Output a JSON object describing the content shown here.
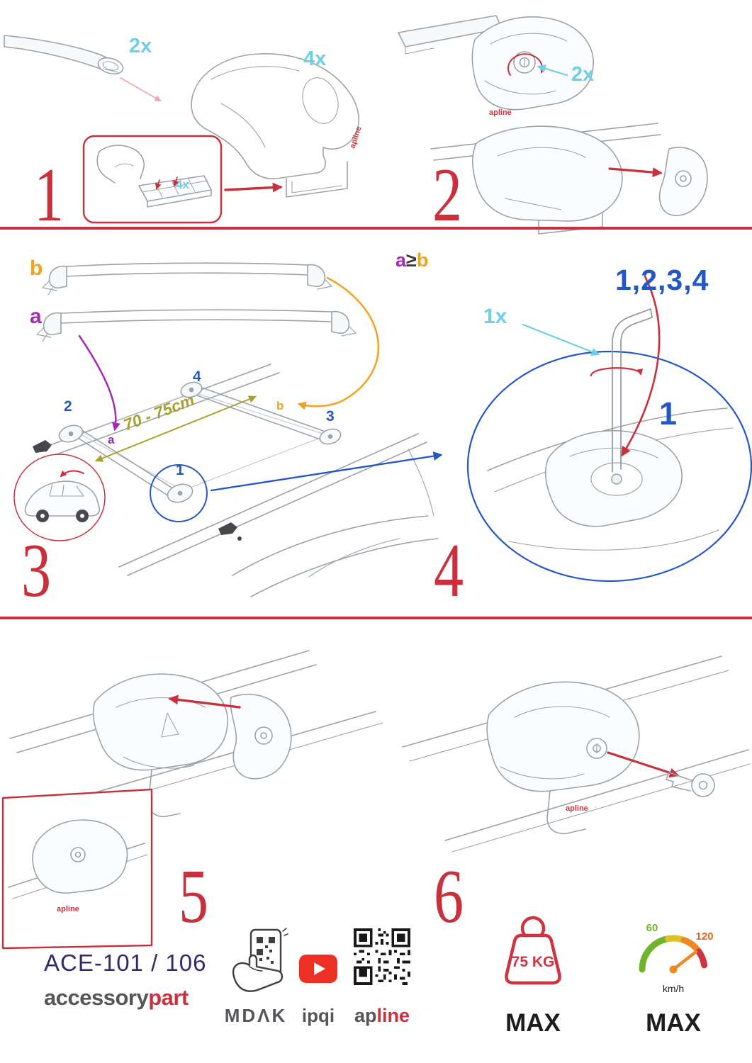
{
  "steps": {
    "s1": {
      "num": "1",
      "bar_qty": "2x",
      "foot_qty": "4x",
      "pad_qty": "4x",
      "brand": "apline"
    },
    "s2": {
      "num": "2",
      "lock_qty": "2x",
      "brand": "apline"
    },
    "s3": {
      "num": "3",
      "bar_b_label": "b",
      "bar_a_label": "a",
      "distance": "70 - 75cm",
      "pos_1": "1",
      "pos_2": "2",
      "pos_3": "3",
      "pos_4": "4",
      "roof_a": "a",
      "roof_b": "b"
    },
    "s4": {
      "num": "4",
      "rule_a": "a",
      "rule_op": "≥",
      "rule_b": "b",
      "tool_qty": "1x",
      "tighten_order": "1,2,3,4",
      "first_position": "1"
    },
    "s5": {
      "num": "5",
      "brand": "apline"
    },
    "s6": {
      "num": "6",
      "brand": "apline"
    }
  },
  "footer": {
    "product_code": "ACE-101 / 106",
    "brand_name_gray": "accessory",
    "brand_name_red": "part",
    "app_label": "MDΛK",
    "video_label": "ipqi",
    "qr_brand_gray": "ap",
    "qr_brand_red": "line",
    "max_load": "75 KG",
    "max_load_label": "MAX",
    "speed_low": "60",
    "speed_high": "120",
    "speed_unit": "km/h",
    "speed_max_label": "MAX"
  },
  "colors": {
    "accent_red": "#c9303c",
    "cyan": "#6fcfe4",
    "blue": "#2257c5",
    "purple": "#a22ab4",
    "orange": "#f2a21b",
    "olive": "#a8a12e",
    "navy": "#312b6d",
    "gray": "#55565a"
  }
}
